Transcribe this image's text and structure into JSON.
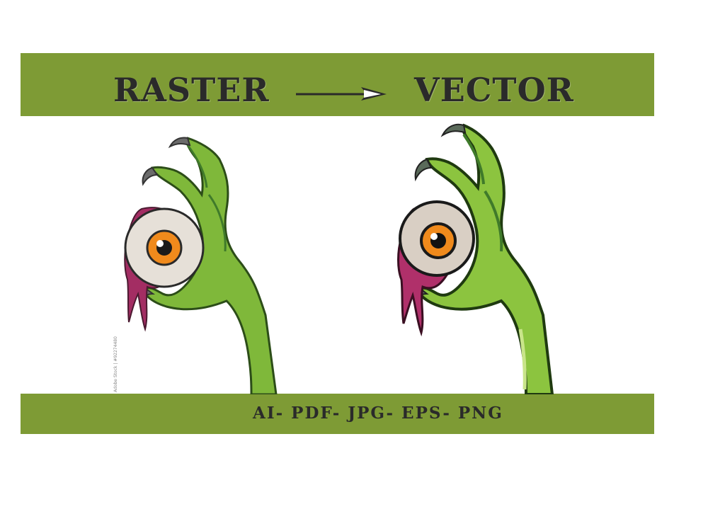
{
  "header": {
    "left_title": "RASTER",
    "right_title": "VECTOR",
    "arrow_icon": "right-arrow-icon"
  },
  "footer": {
    "formats": "AI- PDF- JPG- EPS- PNG"
  },
  "images": {
    "left": "zombie-hand-eyeball-raster",
    "right": "zombie-hand-eyeball-vector"
  },
  "watermark": "Adobe Stock | #92274480",
  "colors": {
    "band": "#7e9b35",
    "text": "#2a2a2a",
    "hand_light": "#8cc43f",
    "hand_dark": "#3f7a2a",
    "iris": "#f08a1c",
    "flesh": "#b0306a"
  }
}
